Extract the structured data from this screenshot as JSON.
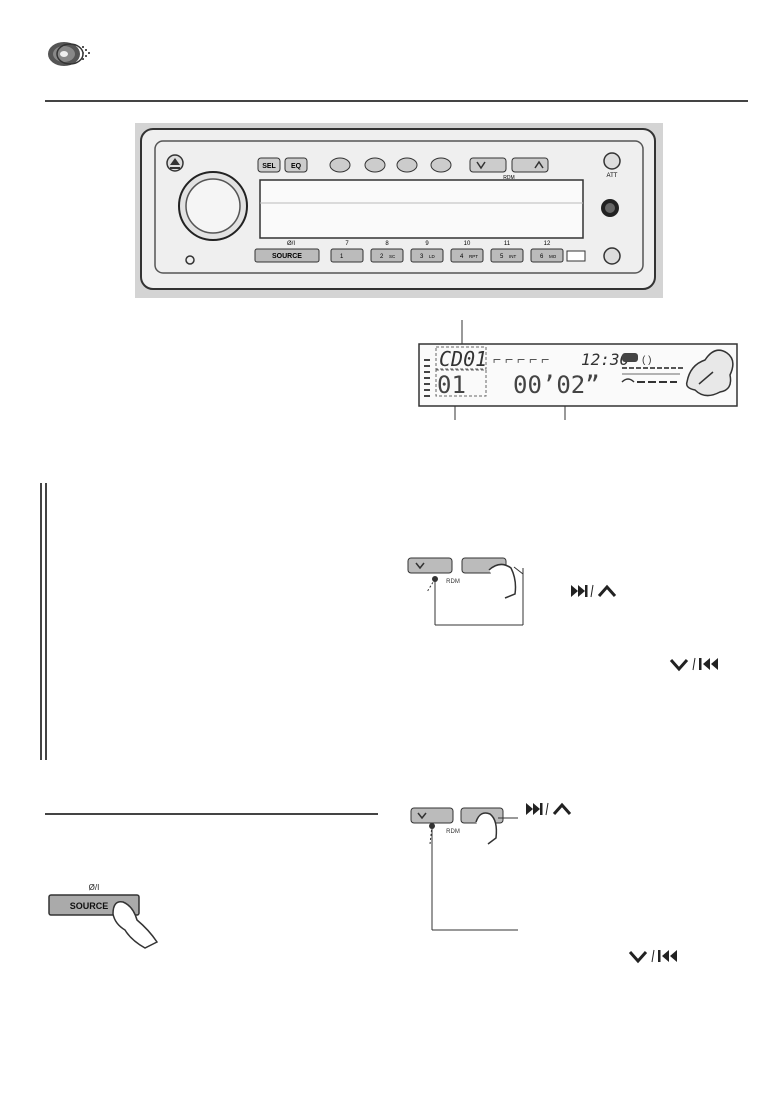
{
  "panel": {
    "buttons": {
      "sel": "SEL",
      "eq": "EQ",
      "att": "ATT",
      "source": "SOURCE",
      "power": "Ø/I",
      "rdm": "RDM",
      "preset_numbers": [
        "7",
        "8",
        "9",
        "10",
        "11",
        "12"
      ],
      "preset_keys": [
        "1",
        "2",
        "3",
        "4",
        "5",
        "6"
      ],
      "preset_tags": [
        "",
        "SC",
        "LD",
        "RPT",
        "INT",
        "MO"
      ]
    }
  },
  "display": {
    "disc": "CD01",
    "track": "01",
    "time": "00’02”",
    "clock": "12:30"
  },
  "diagram_a": {
    "label": "►►| / ▲"
  },
  "diagram_a_alt": {
    "label": "▼ / |◄◄"
  },
  "diagram_b": {
    "label": "►►| / ▲"
  },
  "diagram_b_alt": {
    "label": "▼ / |◄◄"
  },
  "source_button": {
    "power": "Ø/I",
    "label": "SOURCE"
  },
  "rdm_label": "RDM",
  "icons": {
    "page": "cd-disc-icon",
    "finger": "finger-press-icon"
  }
}
